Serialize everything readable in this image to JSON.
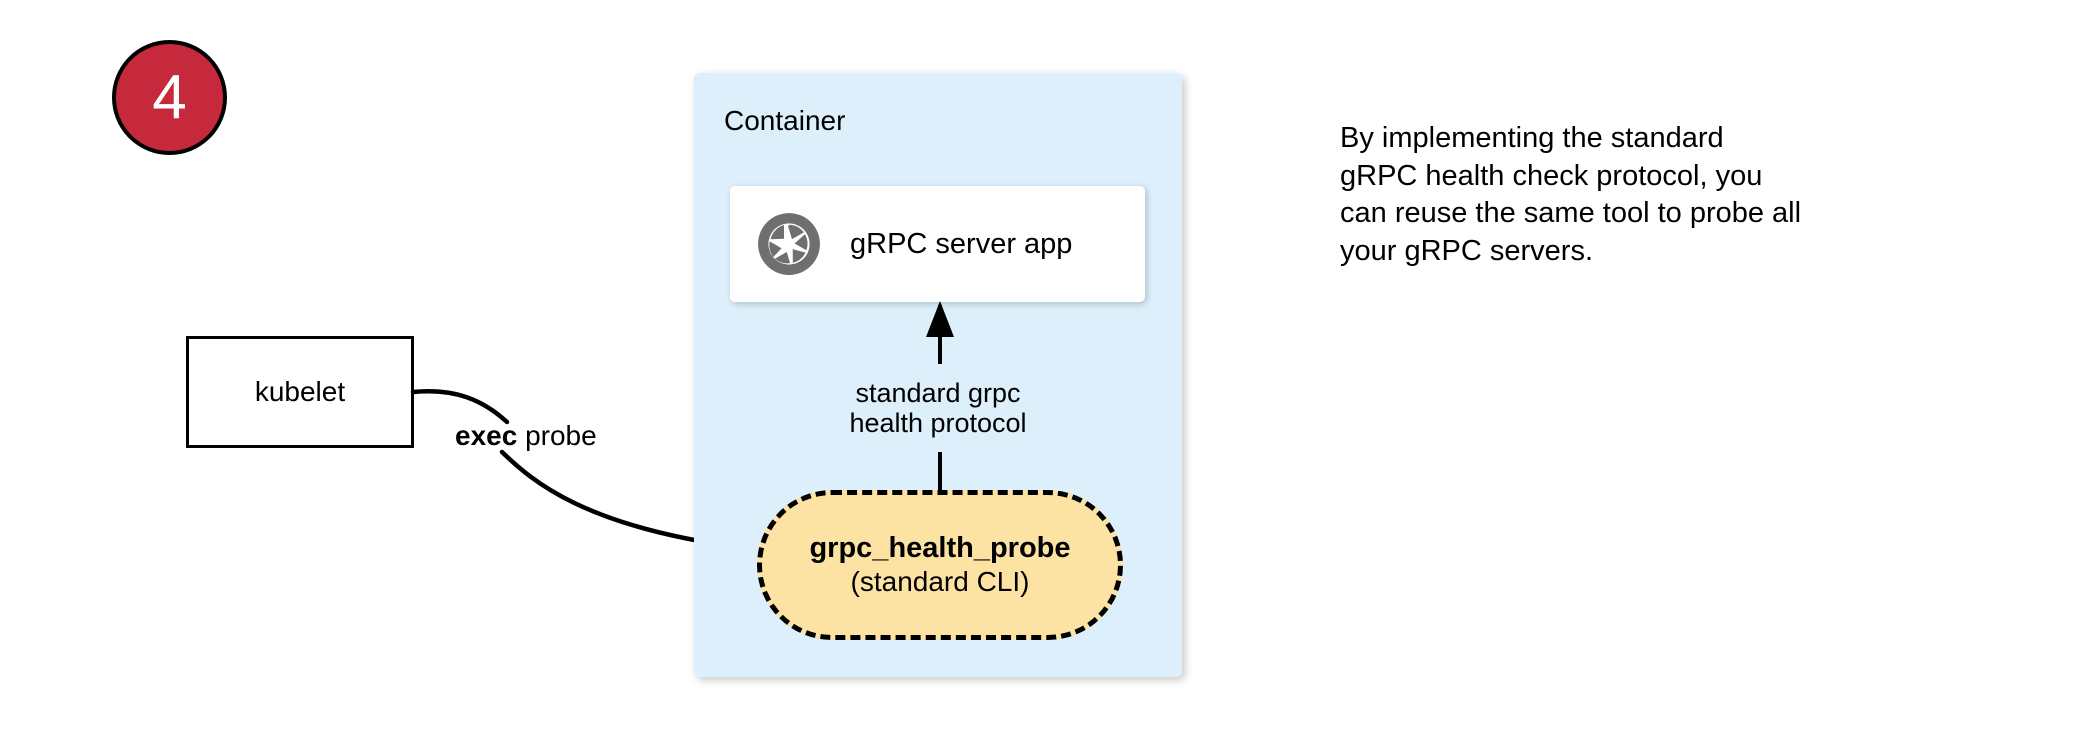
{
  "step": {
    "number": "4"
  },
  "kubelet": {
    "label": "kubelet"
  },
  "container": {
    "title": "Container"
  },
  "server_app": {
    "label": "gRPC server app",
    "icon": "aperture-icon"
  },
  "protocol_edge": {
    "line1": "standard grpc",
    "line2": "health protocol"
  },
  "probe": {
    "title": "grpc_health_probe",
    "subtitle": "(standard CLI)"
  },
  "exec_edge": {
    "bold": "exec",
    "rest": " probe"
  },
  "note": {
    "line1": "By implementing the standard",
    "line2": "gRPC health check protocol, you",
    "line3": "can reuse the same tool to probe all",
    "line4": "your gRPC servers."
  },
  "colors": {
    "badge_fill": "#c6283c",
    "badge_text": "#ffffff",
    "container_fill": "#ddeffb",
    "probe_fill": "#fce3a3",
    "icon_gray": "#6f6f6f",
    "stroke": "#000000",
    "card_fill": "#ffffff"
  }
}
